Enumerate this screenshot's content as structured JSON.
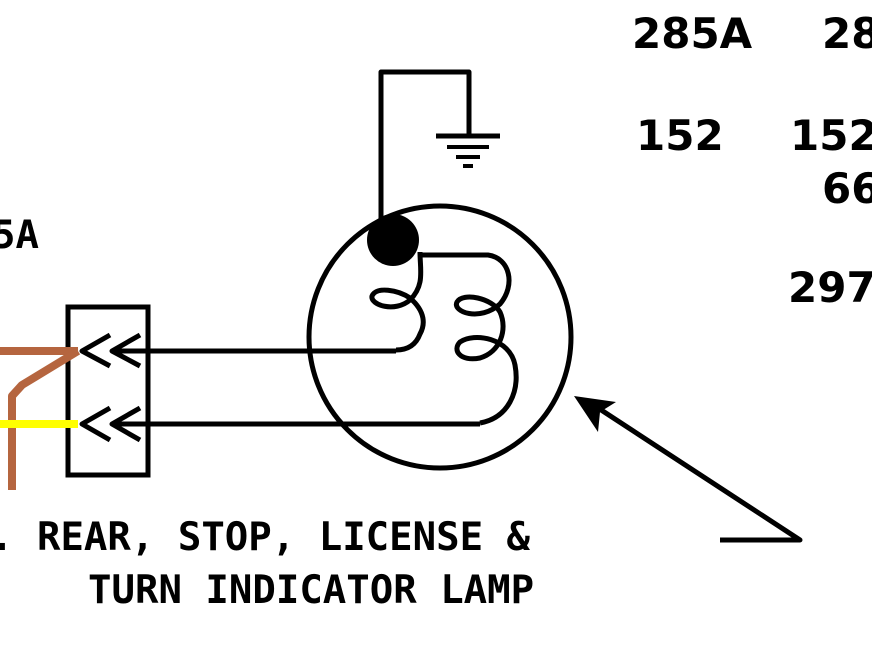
{
  "wire_labels": {
    "left_partial": "5A",
    "row1": [
      "285A",
      "28"
    ],
    "row2": [
      "152",
      "152"
    ],
    "row3": "66",
    "row4": "297"
  },
  "caption": {
    "line1": ". REAR, STOP, LICENSE &",
    "line2": "TURN INDICATOR LAMP"
  },
  "wire_colors": {
    "brown": "#b5653f",
    "yellow": "#ffff00",
    "line": "#000000"
  }
}
